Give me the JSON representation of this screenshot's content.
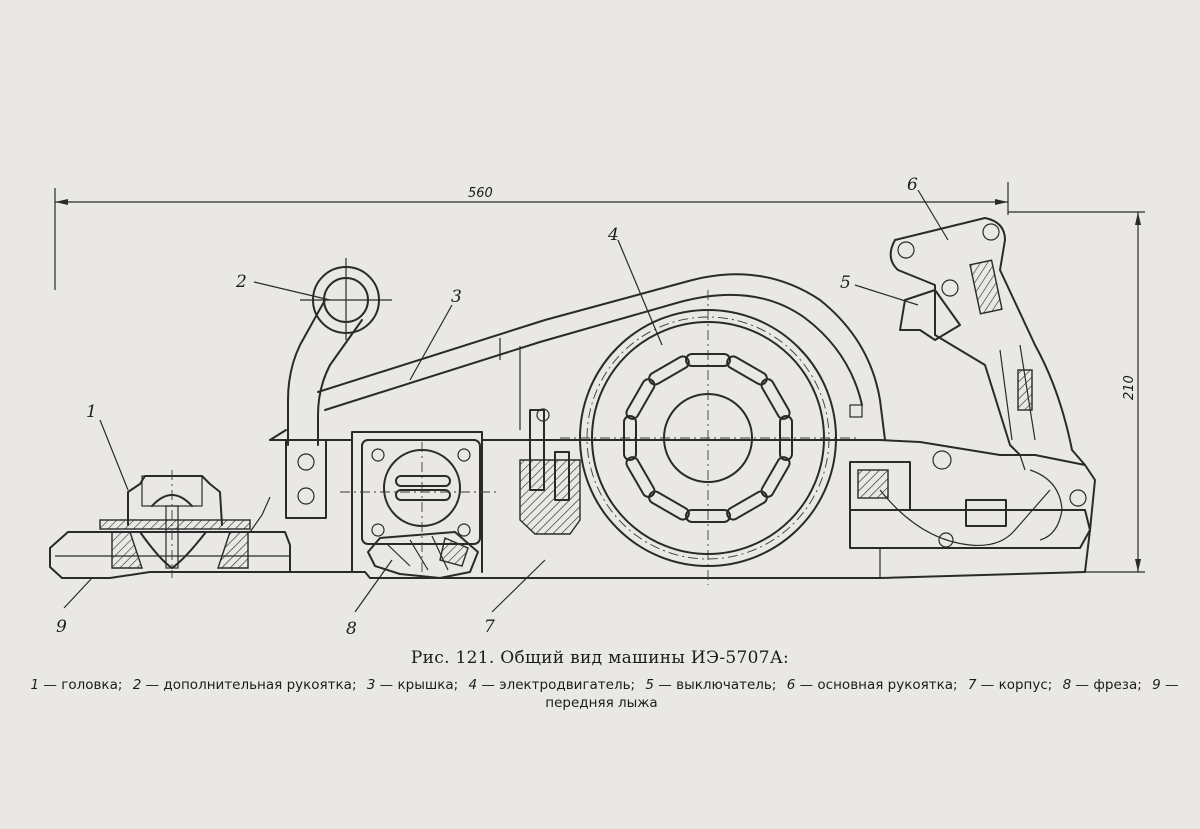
{
  "figure": {
    "dimensions": {
      "length": "560",
      "height": "210"
    },
    "callouts": [
      "1",
      "2",
      "3",
      "4",
      "5",
      "6",
      "7",
      "8",
      "9"
    ],
    "caption": "Рис. 121. Общий вид машины ИЭ-5707А:",
    "legend": [
      {
        "num": "1",
        "text": "головка;"
      },
      {
        "num": "2",
        "text": "дополнительная рукоятка;"
      },
      {
        "num": "3",
        "text": "крышка;"
      },
      {
        "num": "4",
        "text": "электродвигатель;"
      },
      {
        "num": "5",
        "text": "выключатель;"
      },
      {
        "num": "6",
        "text": "основная рукоятка;"
      },
      {
        "num": "7",
        "text": "корпус;"
      },
      {
        "num": "8",
        "text": "фреза;"
      },
      {
        "num": "9",
        "text": "передняя лыжа"
      }
    ]
  }
}
